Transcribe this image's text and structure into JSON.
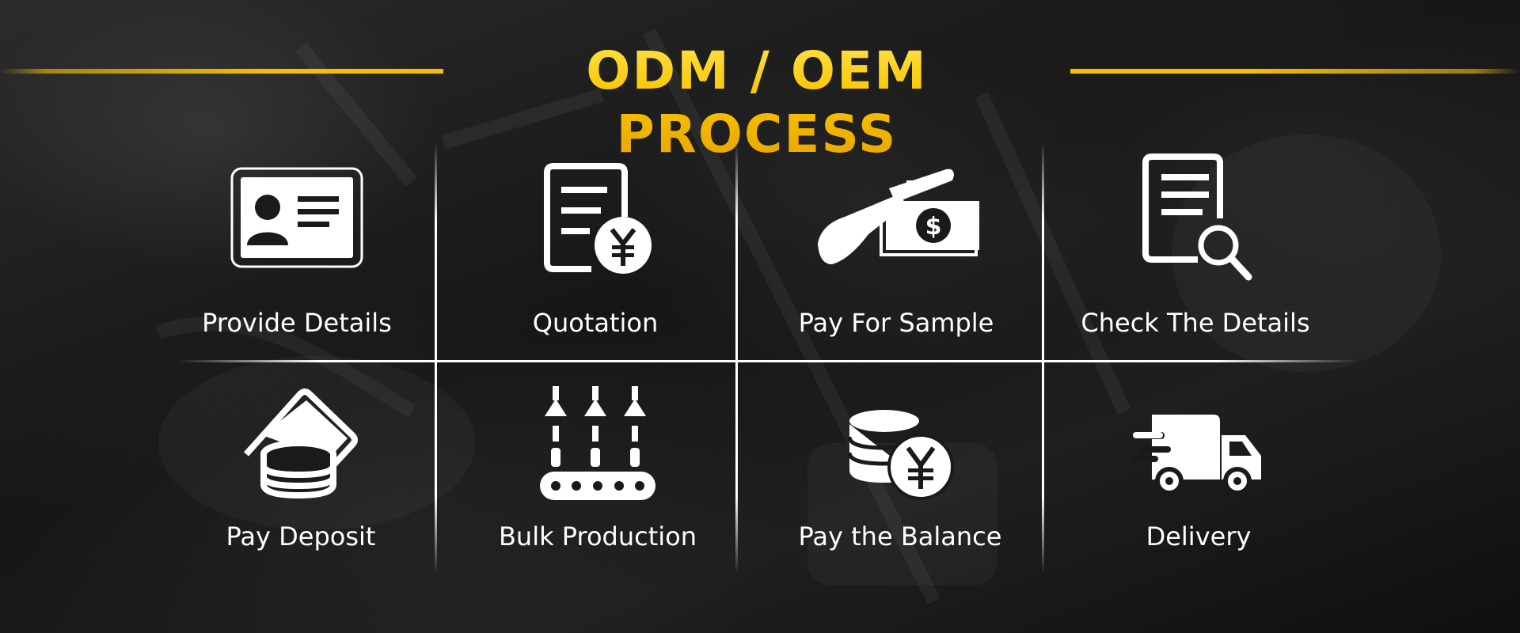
{
  "banner": {
    "title": "ODM / OEM PROCESS",
    "accent_color": "#f5be00",
    "line_color": "#ffffff",
    "text_color": "#ffffff"
  },
  "steps": [
    {
      "label": "Provide Details",
      "icon": "id-card-icon"
    },
    {
      "label": "Quotation",
      "icon": "yen-quotation-icon"
    },
    {
      "label": "Pay For Sample",
      "icon": "rifle-scope-cash-icon"
    },
    {
      "label": "Check The Details",
      "icon": "document-magnifier-icon"
    },
    {
      "label": "Pay Deposit",
      "icon": "coins-cards-icon"
    },
    {
      "label": "Bulk Production",
      "icon": "assembly-line-icon"
    },
    {
      "label": "Pay the Balance",
      "icon": "coins-yen-icon"
    },
    {
      "label": "Delivery",
      "icon": "delivery-truck-icon"
    }
  ]
}
